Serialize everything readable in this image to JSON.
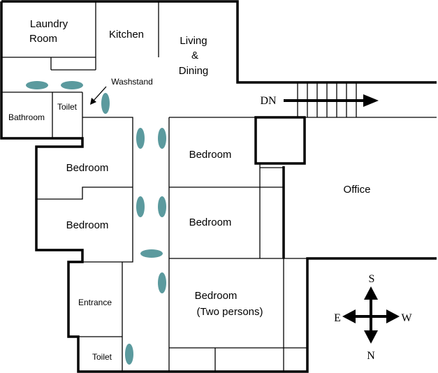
{
  "rooms": {
    "laundry_line1": "Laundry",
    "laundry_line2": "Room",
    "kitchen": "Kitchen",
    "living_line1": "Living",
    "living_line2": "&",
    "living_line3": "Dining",
    "washstand": "Washstand",
    "toilet_top": "Toilet",
    "bathroom": "Bathroom",
    "bedroom_left_1": "Bedroom",
    "bedroom_left_2": "Bedroom",
    "bedroom_mid_1": "Bedroom",
    "bedroom_mid_2": "Bedroom",
    "bedroom_two_line1": "Bedroom",
    "bedroom_two_line2": "(Two persons)",
    "office": "Office",
    "entrance": "Entrance",
    "toilet_bottom": "Toilet"
  },
  "stairs": {
    "label": "DN"
  },
  "compass": {
    "north": "N",
    "south": "S",
    "east": "E",
    "west": "W"
  },
  "colors": {
    "marker": "#5b9a9e",
    "wall": "#000000",
    "background": "#ffffff"
  }
}
